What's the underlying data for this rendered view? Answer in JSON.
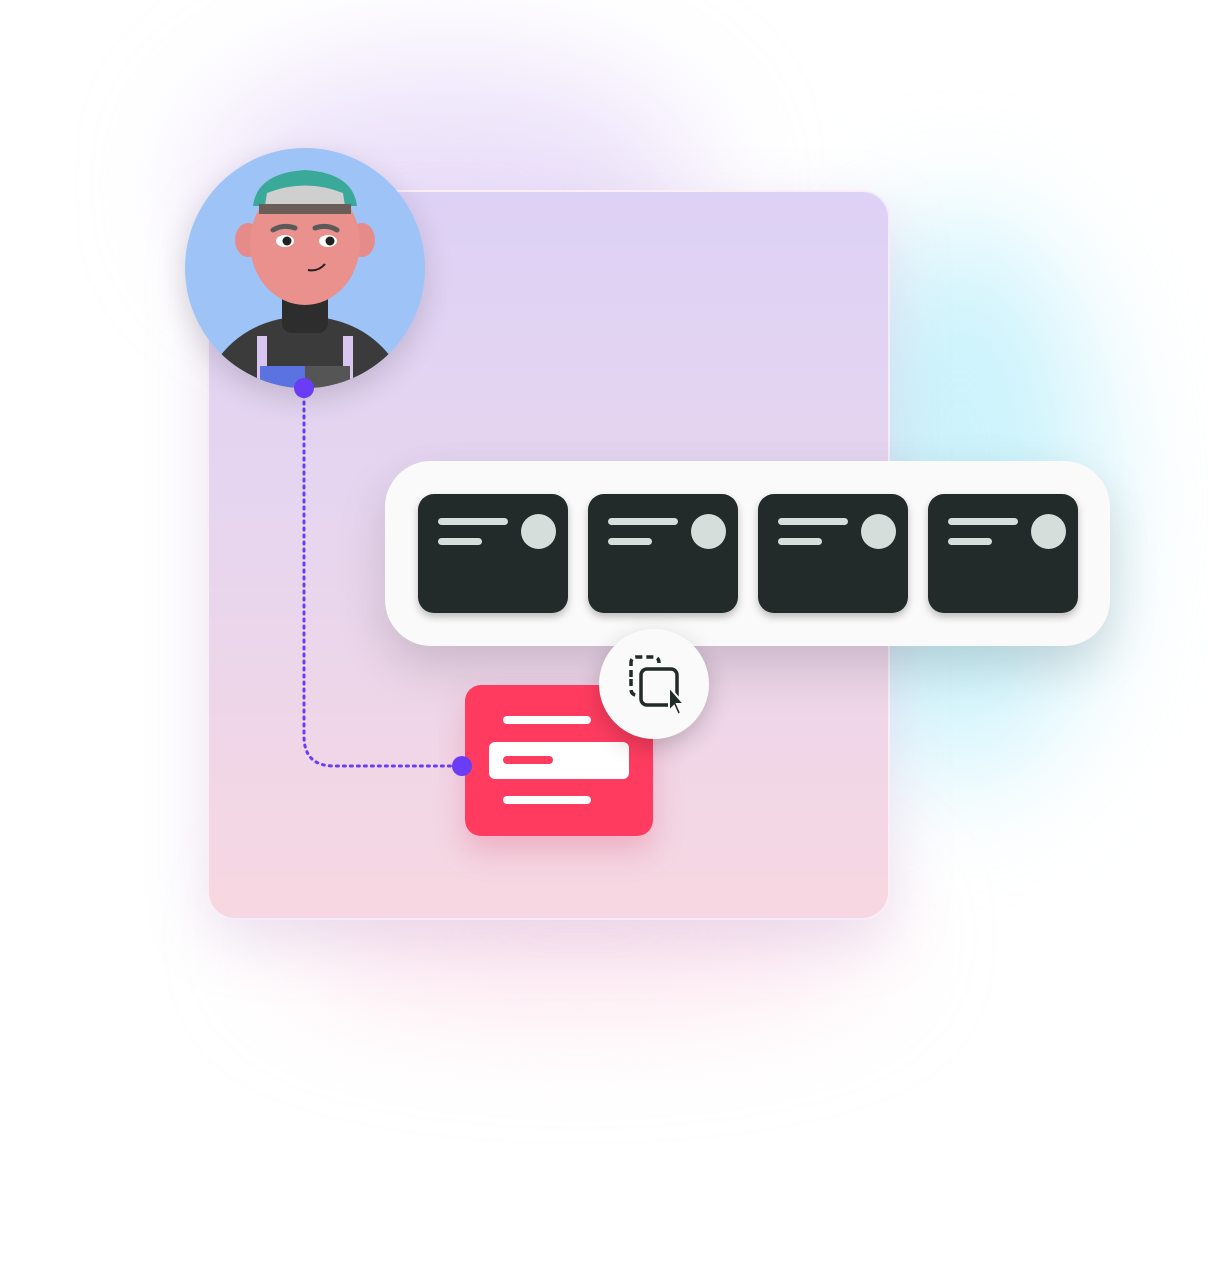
{
  "colors": {
    "panel_top": "#ddd1f5",
    "panel_bottom": "#f7d7e1",
    "avatar_bg": "#9ec3f7",
    "card_dark": "#232b2a",
    "card_line": "#d5dedb",
    "accent_red": "#ff3c60",
    "connector": "#6a3cf5"
  },
  "icons": {
    "copy_button": "copy-select-icon",
    "cursor": "cursor-pointer-icon"
  },
  "toolbar": {
    "cards": [
      {
        "name": "card-1"
      },
      {
        "name": "card-2"
      },
      {
        "name": "card-3"
      },
      {
        "name": "card-4"
      }
    ]
  }
}
